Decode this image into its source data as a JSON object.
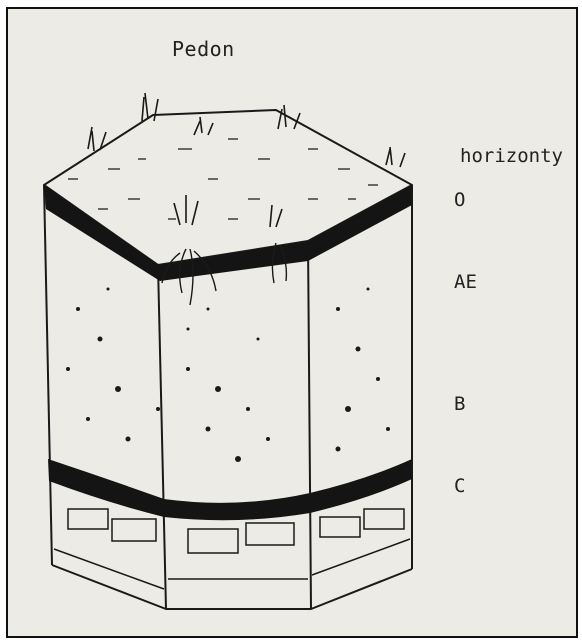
{
  "diagram": {
    "title": "Pedon",
    "horizons_heading": "horizonty",
    "horizons": [
      {
        "label": "O"
      },
      {
        "label": "AE"
      },
      {
        "label": "B"
      },
      {
        "label": "C"
      }
    ]
  },
  "colors": {
    "ink": "#1a1a1a",
    "paper": "#ecebe6",
    "frame": "#111111"
  }
}
